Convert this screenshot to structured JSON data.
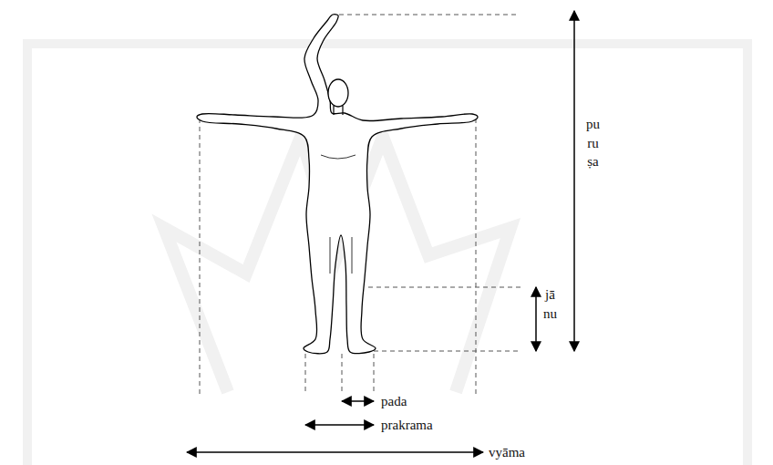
{
  "diagram": {
    "labels": [
      "puruṣa",
      "jānu",
      "pada",
      "prakrama",
      "vyāma"
    ]
  }
}
